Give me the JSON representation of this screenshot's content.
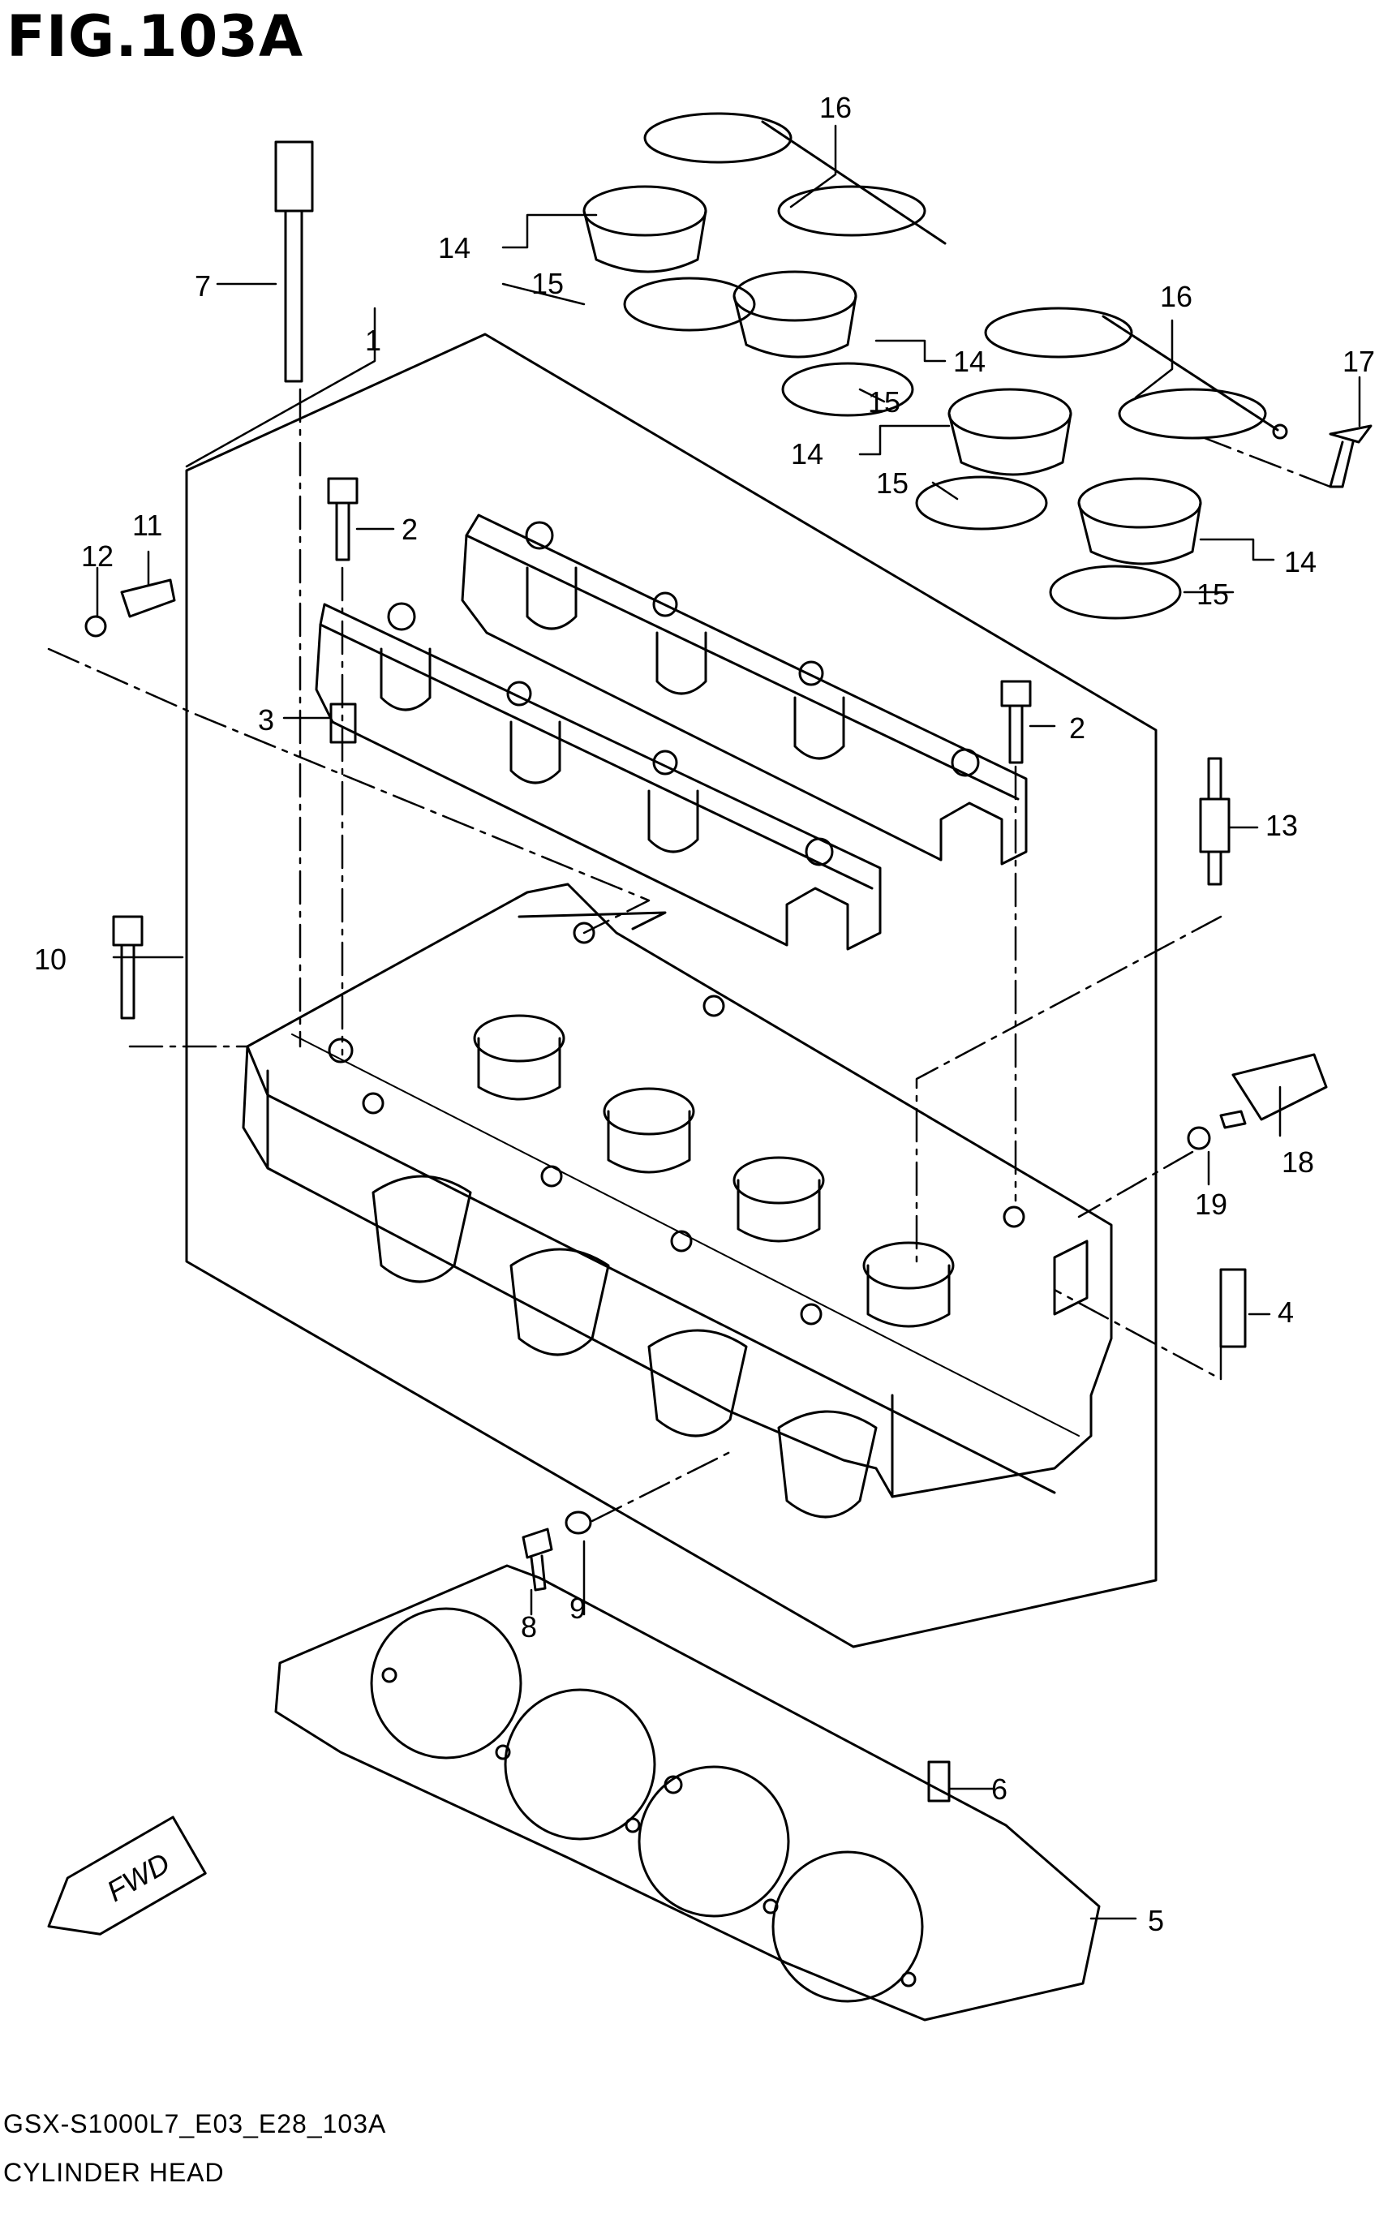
{
  "figure": {
    "title": "FIG.103A",
    "model_code": "GSX-S1000L7_E03_E28_103A",
    "section_name": "CYLINDER HEAD",
    "fwd_marker": "FWD"
  },
  "callouts": [
    "1",
    "2",
    "2",
    "3",
    "4",
    "5",
    "6",
    "7",
    "8",
    "9",
    "10",
    "11",
    "12",
    "13",
    "14",
    "14",
    "14",
    "14",
    "15",
    "15",
    "15",
    "15",
    "16",
    "16",
    "17",
    "18",
    "19"
  ]
}
